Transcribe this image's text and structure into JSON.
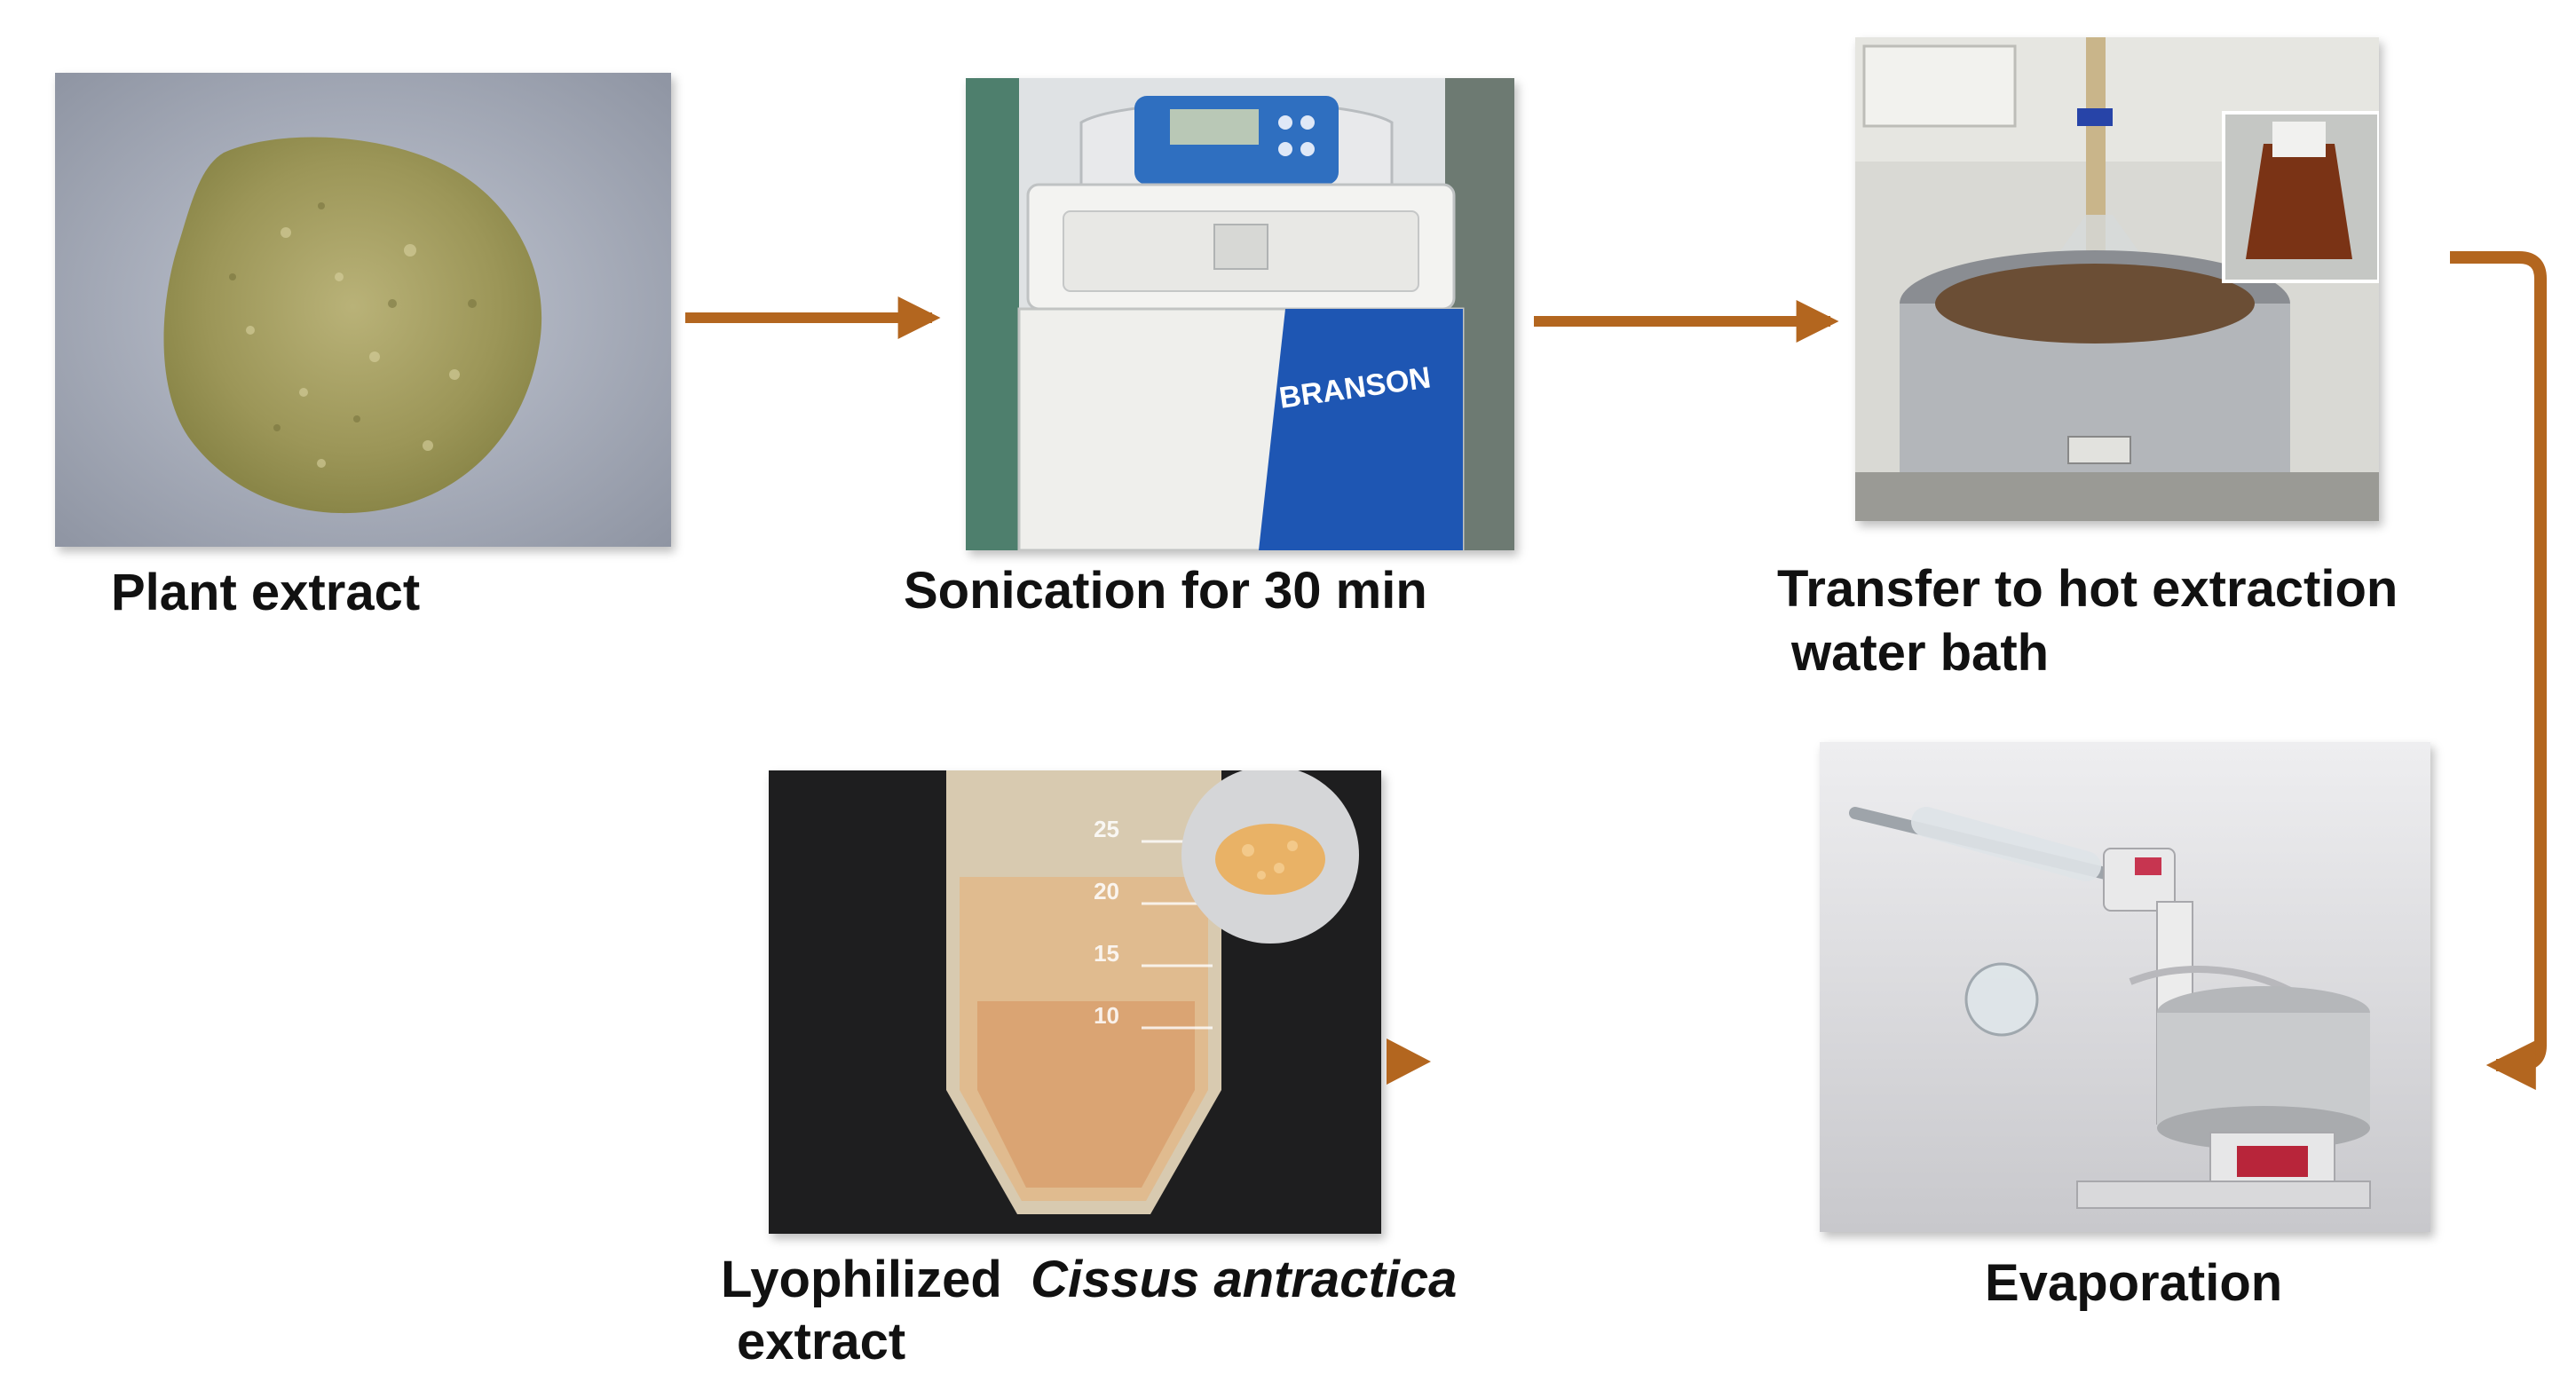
{
  "colors": {
    "arrow": "#b3661f",
    "caption_text": "#111111",
    "background": "#ffffff"
  },
  "steps": [
    {
      "id": "plant",
      "caption": "Plant extract"
    },
    {
      "id": "sonication",
      "caption": "Sonication for 30 min",
      "device_label": "BRANSON"
    },
    {
      "id": "transfer",
      "caption_line1": "Transfer to hot extraction",
      "caption_line2": "water bath"
    },
    {
      "id": "evaporation",
      "caption": "Evaporation"
    },
    {
      "id": "lyophilized",
      "caption_part1": "Lyophilized",
      "caption_italic": "Cissus antractica",
      "caption_line2": "extract",
      "tube_marks": [
        "25",
        "20",
        "15",
        "10"
      ]
    }
  ]
}
